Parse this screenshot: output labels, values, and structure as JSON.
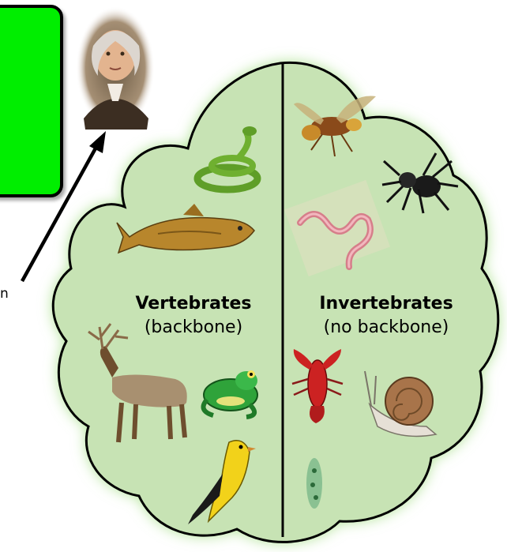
{
  "diagram": {
    "left_group": {
      "title": "Vertebrates",
      "subtitle": "(backbone)"
    },
    "right_group": {
      "title": "Invertebrates",
      "subtitle": "(no backbone)"
    },
    "left_animals": [
      "snake-icon",
      "fish-icon",
      "elk-icon",
      "frog-icon",
      "bird-icon"
    ],
    "right_animals": [
      "wasp-icon",
      "spider-icon",
      "worm-icon",
      "lobster-icon",
      "snail-icon",
      "cnidarian-icon"
    ],
    "partial_text": "n",
    "colors": {
      "green_box": "#00ee00",
      "cloud_fill": "#c7e3b4",
      "cloud_glow": "#a8e08a",
      "outline": "#000000"
    }
  }
}
